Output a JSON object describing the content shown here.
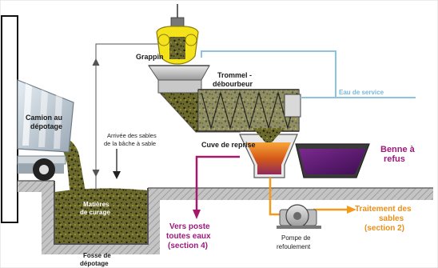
{
  "labels": {
    "camion": [
      "Camion au",
      "dépotage"
    ],
    "grappin": "Grappin",
    "trommel": [
      "Trommel -",
      "débourbeur"
    ],
    "eau_service": "Eau de service",
    "arrivee": [
      "Arrivée des sables",
      "de la bâche à sable"
    ],
    "cuve": "Cuve de reprise",
    "benne": [
      "Benne à",
      "refus"
    ],
    "matieres": [
      "Matières",
      "de curage"
    ],
    "vers_poste": [
      "Vers poste",
      "toutes eaux",
      "(section 4)"
    ],
    "traitement": [
      "Traitement des",
      "sables",
      "(section 2)"
    ],
    "pompe": [
      "Pompe de",
      "refoulement"
    ],
    "fosse": [
      "Fosse de",
      "dépotage"
    ]
  },
  "colors": {
    "sediment": "#6b6a2c",
    "sediment_dots": "#1e1e0c",
    "ground": "#c4c4c4",
    "ground_hatch": "#8e8e8e",
    "water_line": "#8cc4e0",
    "magenta_line": "#a6186a",
    "orange_line": "#f29a1a",
    "grapple_yellow": "#f4e21a",
    "refuse_purple": "#5a1a6e",
    "label_magenta": "#9b1b7c",
    "label_orange": "#e8901a",
    "label_blue": "#7ab8d8"
  }
}
